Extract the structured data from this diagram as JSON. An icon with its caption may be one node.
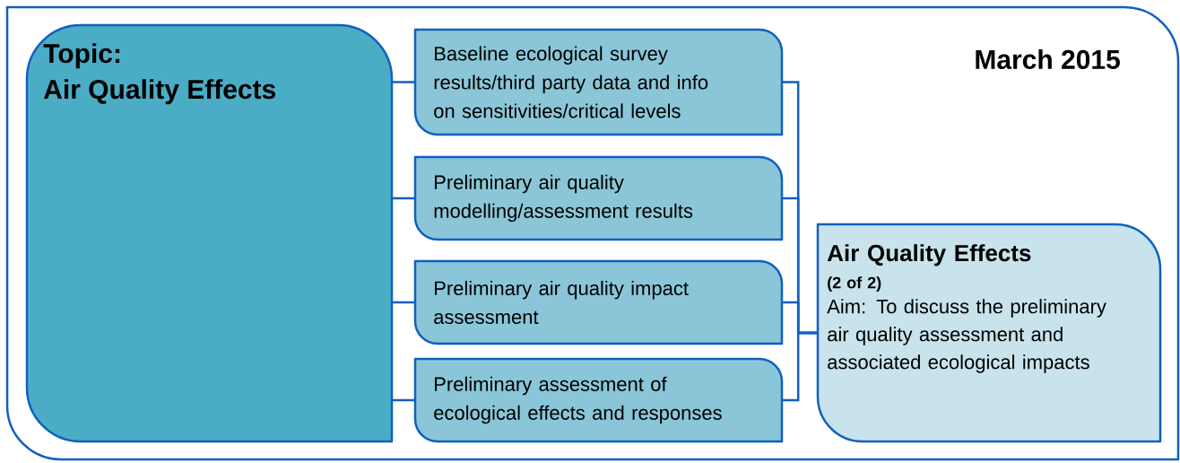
{
  "diagram": {
    "nodes": [
      {
        "text": [
          "March 2015"
        ]
      },
      {
        "text": [
          "Topic:",
          "Air Quality Effects"
        ],
        "in": 0
      },
      {
        "text": [
          "Baseline ecological survey results/third party data and info on sensitivities/critical levels"
        ],
        "in": 0
      },
      {
        "text": [
          "Preliminary air quality modelling/assessment results"
        ],
        "in": 0
      },
      {
        "text": [
          "Preliminary air quality impact assessment"
        ],
        "in": 0
      },
      {
        "text": [
          "Preliminary assessment of ecological effects and responses"
        ],
        "in": 0
      },
      {
        "text": [
          "Air Quality Effects",
          "(2 of 2)",
          "Aim: To discuss the preliminary air quality assessment and associated ecological impacts"
        ],
        "in": 0
      }
    ],
    "edges": [
      {
        "from": 1,
        "to": 2,
        "arrow": "none"
      },
      {
        "from": 1,
        "to": 3,
        "arrow": "none"
      },
      {
        "from": 1,
        "to": 4,
        "arrow": "none"
      },
      {
        "from": 1,
        "to": 5,
        "arrow": "none"
      },
      {
        "from": 2,
        "to": 6,
        "arrow": "none"
      },
      {
        "from": 3,
        "to": 6,
        "arrow": "none"
      },
      {
        "from": 4,
        "to": 6,
        "arrow": "none"
      },
      {
        "from": 5,
        "to": 6,
        "arrow": "none"
      }
    ]
  }
}
